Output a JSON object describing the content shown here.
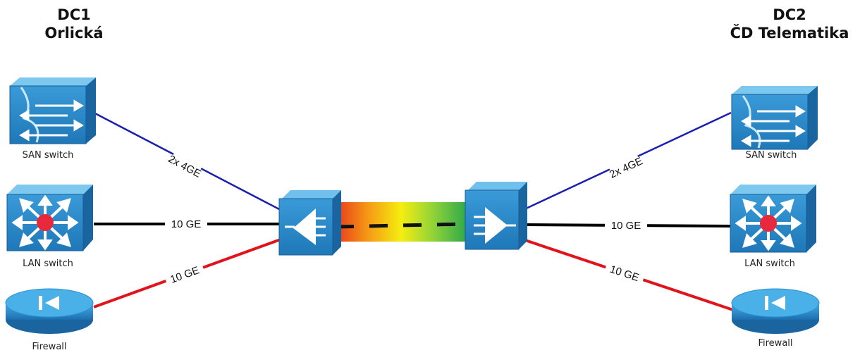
{
  "dc1": {
    "line1": "DC1",
    "line2": "Orlická"
  },
  "dc2": {
    "line1": "DC2",
    "line2": "ČD Telematika"
  },
  "devices": {
    "left_san": "SAN switch",
    "left_lan": "LAN switch",
    "left_fw": "Firewall",
    "right_san": "SAN switch",
    "right_lan": "LAN switch",
    "right_fw": "Firewall"
  },
  "links": {
    "left_san": "2x 4GE",
    "left_lan": "10 GE",
    "left_fw": "10 GE",
    "right_san": "2x 4GE",
    "right_lan": "10 GE",
    "right_fw": "10 GE"
  },
  "colors": {
    "san_link": "#1a1fb0",
    "lan_link": "#000000",
    "fw_link": "#e0141b",
    "device_blue": "#2f8fd0"
  }
}
